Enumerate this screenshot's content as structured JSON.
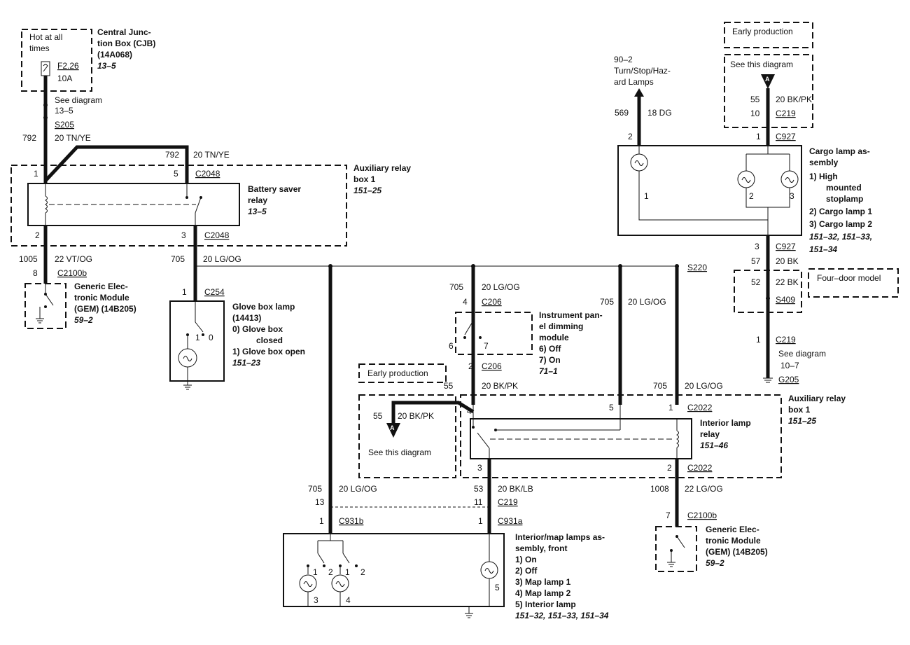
{
  "cjb": {
    "hot_at_all": "Hot at all",
    "times": "times",
    "fuse": "F2.26",
    "amps": "10A",
    "title1": "Central Junc-",
    "title2": "tion Box (CJB)",
    "part": "(14A068)",
    "ref": "13–5",
    "see1": "See diagram",
    "see2": "13–5"
  },
  "top_left": {
    "s205": "S205",
    "c792": "792",
    "w1": "20 TN/YE",
    "c792b": "792",
    "w2": "20 TN/YE"
  },
  "aux_relay_box1": {
    "title1": "Auxiliary relay",
    "title2": "box 1",
    "ref": "151–25",
    "pin1": "1",
    "pin5": "5",
    "conn_top": "C2048",
    "pin2": "2",
    "pin3": "3",
    "conn_bot": "C2048",
    "relay1": "Battery saver",
    "relay2": "relay",
    "relay_ref": "13–5"
  },
  "gem_left": {
    "circuit": "1005",
    "wire": "22 VT/OG",
    "conn": "C2100b",
    "pin": "8",
    "t1": "Generic Elec-",
    "t2": "tronic Module",
    "t3": "(GEM) (14B205)",
    "ref": "59–2"
  },
  "bus": {
    "circuit": "705",
    "wire": "20 LG/OG",
    "splice": "S220"
  },
  "glove": {
    "pin": "1",
    "conn": "C254",
    "sw1": "1",
    "sw0": "0",
    "t1": "Glove box lamp",
    "t2": "(14413)",
    "o0a": "0)   Glove box",
    "o0b": "closed",
    "o1": "1)   Glove box open",
    "ref": "151–23"
  },
  "ipdm": {
    "circuit": "705",
    "wire": "20 LG/OG",
    "pin": "4",
    "conn": "C206",
    "p6": "6",
    "p7": "7",
    "out_pin": "2",
    "out_conn": "C206",
    "out_circuit": "55",
    "out_wire": "20 BK/PK",
    "t1": "Instrument pan-",
    "t2": "el dimming",
    "t3": "module",
    "o6": "6)   Off",
    "o7": "7)   On",
    "ref": "71–1"
  },
  "early_left": {
    "label": "Early production",
    "circuit": "55",
    "wire": "20 BK/PK",
    "marker": "A",
    "see": "See this diagram"
  },
  "aux_relay_box1_right": {
    "circuit_mid": "705",
    "wire_mid": "20 LG/OG",
    "circuit_r": "705",
    "wire_r": "20 LG/OG",
    "pin4": "4",
    "pin5": "5",
    "pin1": "1",
    "conn_top": "C2022",
    "pin3": "3",
    "pin2": "2",
    "conn_bot": "C2022",
    "title1": "Auxiliary relay",
    "title2": "box 1",
    "ref": "151–25",
    "relay1": "Interior lamp",
    "relay2": "relay",
    "relay_ref": "151–46"
  },
  "bottom_wires": {
    "circuit705": "705",
    "wire705": "20 LG/OG",
    "pin13": "13",
    "circuit53": "53",
    "wire53": "20 BK/LB",
    "pin11": "11",
    "conn219": "C219",
    "pin1a": "1",
    "conn931b": "C931b",
    "pin1b": "1",
    "conn931a": "C931a",
    "circuit1008": "1008",
    "wire1008": "22 LG/OG"
  },
  "interior_lamps": {
    "p1a": "1",
    "p2a": "2",
    "p1b": "1",
    "p2b": "2",
    "p3": "3",
    "p4": "4",
    "p5": "5",
    "t1": "Interior/map lamps as-",
    "t2": "sembly, front",
    "o1": "1)   On",
    "o2": "2)   Off",
    "o3": "3)   Map lamp 1",
    "o4": "4)   Map lamp 2",
    "o5": "5)   Interior lamp",
    "ref": "151–32, 151–33, 151–34"
  },
  "gem_right": {
    "pin": "7",
    "conn": "C2100b",
    "t1": "Generic Elec-",
    "t2": "tronic Module",
    "t3": "(GEM) (14B205)",
    "ref": "59–2"
  },
  "turn_stop": {
    "ref": "90–2",
    "t1": "Turn/Stop/Haz-",
    "t2": "ard Lamps",
    "circuit": "569",
    "wire": "18 DG",
    "pin": "2"
  },
  "early_right": {
    "label": "Early production",
    "see": "See this diagram",
    "marker": "A",
    "circuit": "55",
    "wire": "20 BK/PK",
    "pin": "10",
    "conn": "C219",
    "pin_c927": "1",
    "conn_c927": "C927"
  },
  "cargo": {
    "t1": "Cargo lamp as-",
    "t2": "sembly",
    "o1a": "1)   High",
    "o1b": "mounted",
    "o1c": "stoplamp",
    "o2": "2)   Cargo lamp 1",
    "o3": "3)   Cargo lamp 2",
    "ref1": "151–32, 151–33,",
    "ref2": "151–34",
    "l1": "1",
    "l2": "2",
    "l3": "3"
  },
  "cargo_ground": {
    "pin3": "3",
    "conn927": "C927",
    "circuit57": "57",
    "wire57": "20 BK",
    "circuit52": "52",
    "wire52": "22 BK",
    "s409": "S409",
    "four_door": "Four–door model",
    "pin1": "1",
    "conn219": "C219",
    "see1": "See diagram",
    "see2": "10–7",
    "g205": "G205"
  }
}
